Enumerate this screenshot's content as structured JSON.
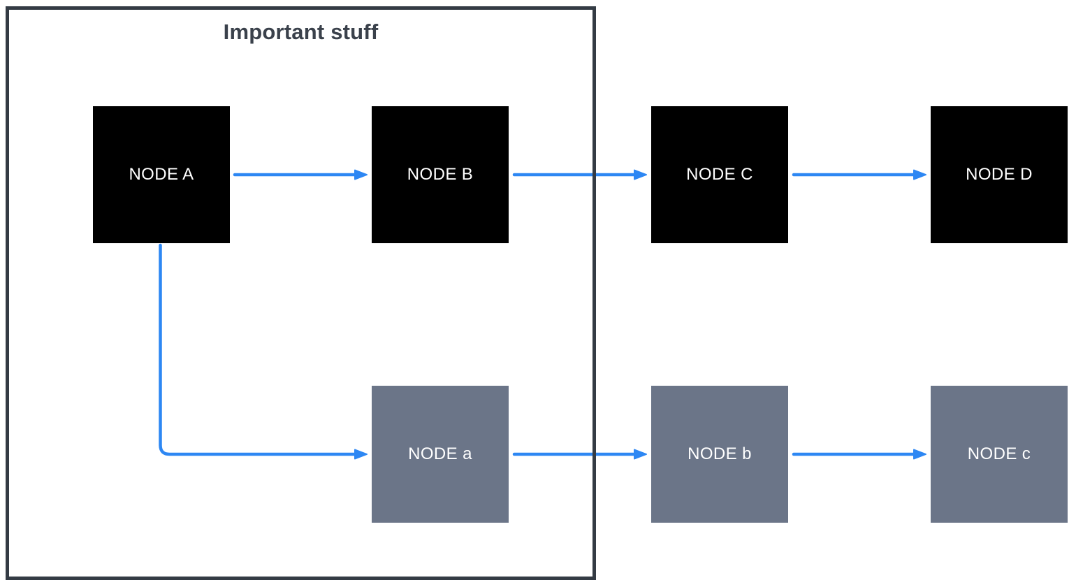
{
  "diagram": {
    "group": {
      "label": "Important stuff",
      "contains": [
        "NODE A",
        "NODE B",
        "NODE a"
      ]
    },
    "nodes": [
      {
        "id": "A",
        "label": "NODE A",
        "variant": "black",
        "row": "top"
      },
      {
        "id": "B",
        "label": "NODE B",
        "variant": "black",
        "row": "top"
      },
      {
        "id": "C",
        "label": "NODE C",
        "variant": "black",
        "row": "top"
      },
      {
        "id": "D",
        "label": "NODE D",
        "variant": "black",
        "row": "top"
      },
      {
        "id": "a",
        "label": "NODE a",
        "variant": "gray",
        "row": "bottom"
      },
      {
        "id": "b",
        "label": "NODE b",
        "variant": "gray",
        "row": "bottom"
      },
      {
        "id": "c",
        "label": "NODE c",
        "variant": "gray",
        "row": "bottom"
      }
    ],
    "edges": [
      {
        "from": "NODE A",
        "to": "NODE B",
        "style": "straight"
      },
      {
        "from": "NODE B",
        "to": "NODE C",
        "style": "straight"
      },
      {
        "from": "NODE C",
        "to": "NODE D",
        "style": "straight"
      },
      {
        "from": "NODE A",
        "to": "NODE a",
        "style": "elbow"
      },
      {
        "from": "NODE a",
        "to": "NODE b",
        "style": "straight"
      },
      {
        "from": "NODE b",
        "to": "NODE c",
        "style": "straight"
      }
    ],
    "colors": {
      "background": "#ffffff",
      "node_black": "#000000",
      "node_gray": "#6b7588",
      "node_label": "#ffffff",
      "arrow": "#2d87f3",
      "group_border": "#343b44",
      "group_title": "#3a414b"
    }
  }
}
